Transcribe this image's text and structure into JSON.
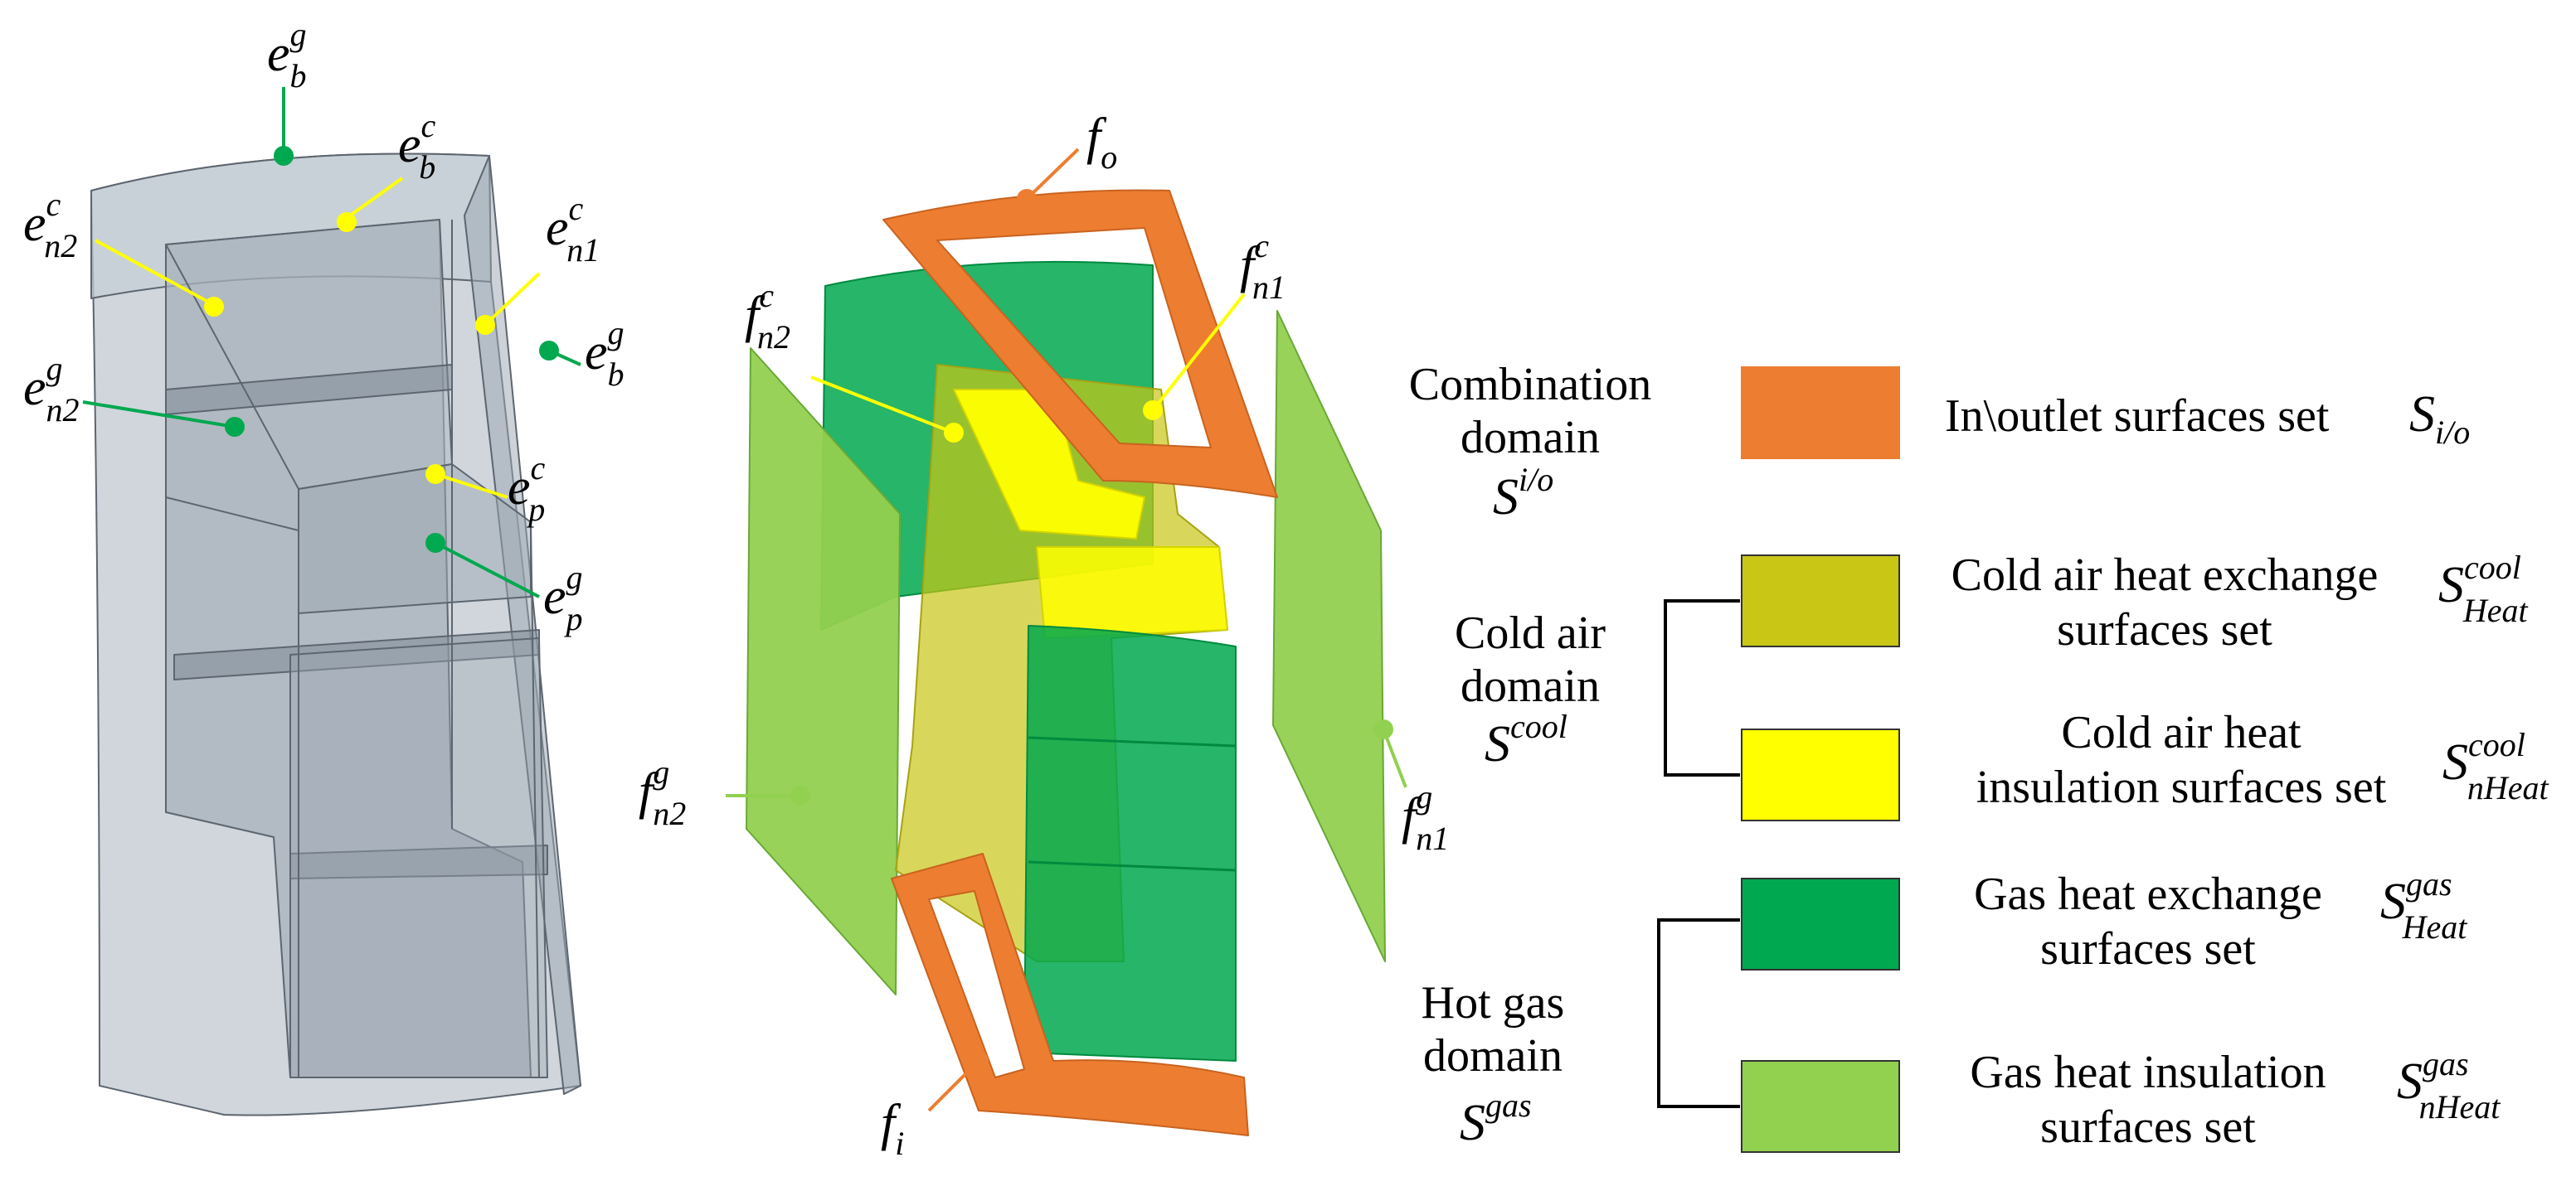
{
  "colors": {
    "inoutlet": "#ED7D31",
    "cold_heat": "#C9C616",
    "cold_insul": "#FFFF00",
    "gas_heat": "#00A84F",
    "gas_insul": "#92D050",
    "marker_green": "#00A84F",
    "marker_yellow": "#FFFF00",
    "solid_fill": "#A9B5BF"
  },
  "labels": {
    "e_b_g_top": {
      "base": "e",
      "sub": "b",
      "sup": "g"
    },
    "e_b_c": {
      "base": "e",
      "sub": "b",
      "sup": "c"
    },
    "e_n2_c": {
      "base": "e",
      "sub": "n2",
      "sup": "c"
    },
    "e_n1_c": {
      "base": "e",
      "sub": "n1",
      "sup": "c"
    },
    "e_b_g_right": {
      "base": "e",
      "sub": "b",
      "sup": "g"
    },
    "e_n2_g": {
      "base": "e",
      "sub": "n2",
      "sup": "g"
    },
    "e_p_c": {
      "base": "e",
      "sub": "p",
      "sup": "c"
    },
    "e_p_g": {
      "base": "e",
      "sub": "p",
      "sup": "g"
    },
    "f_o": {
      "base": "f",
      "sub": "o",
      "sup": ""
    },
    "f_n1_c": {
      "base": "f",
      "sub": "n1",
      "sup": "c"
    },
    "f_n2_c": {
      "base": "f",
      "sub": "n2",
      "sup": "c"
    },
    "f_n2_g": {
      "base": "f",
      "sub": "n2",
      "sup": "g"
    },
    "f_n1_g": {
      "base": "f",
      "sub": "n1",
      "sup": "g"
    },
    "f_i": {
      "base": "f",
      "sub": "i",
      "sup": ""
    }
  },
  "domains": {
    "combination": {
      "line1": "Combination",
      "line2": "domain",
      "symbol": "S",
      "sup": "i/o"
    },
    "cold": {
      "line1": "Cold air",
      "line2": "domain",
      "symbol": "S",
      "sup": "cool"
    },
    "hot": {
      "line1": "Hot gas",
      "line2": "domain",
      "symbol": "S",
      "sup": "gas"
    }
  },
  "legend": {
    "inoutlet": {
      "text": "In\\outlet surfaces set",
      "symbol": "S",
      "sub": "i/o",
      "sup": ""
    },
    "cold_heat": {
      "line1": "Cold air heat exchange",
      "line2": "surfaces set",
      "symbol": "S",
      "sub": "Heat",
      "sup": "cool"
    },
    "cold_insul": {
      "line1": "Cold air heat",
      "line2": "insulation surfaces set",
      "symbol": "S",
      "sub": "nHeat",
      "sup": "cool"
    },
    "gas_heat": {
      "line1": "Gas heat exchange",
      "line2": "surfaces set",
      "symbol": "S",
      "sub": "Heat",
      "sup": "gas"
    },
    "gas_insul": {
      "line1": "Gas heat insulation",
      "line2": "surfaces set",
      "symbol": "S",
      "sub": "nHeat",
      "sup": "gas"
    }
  }
}
